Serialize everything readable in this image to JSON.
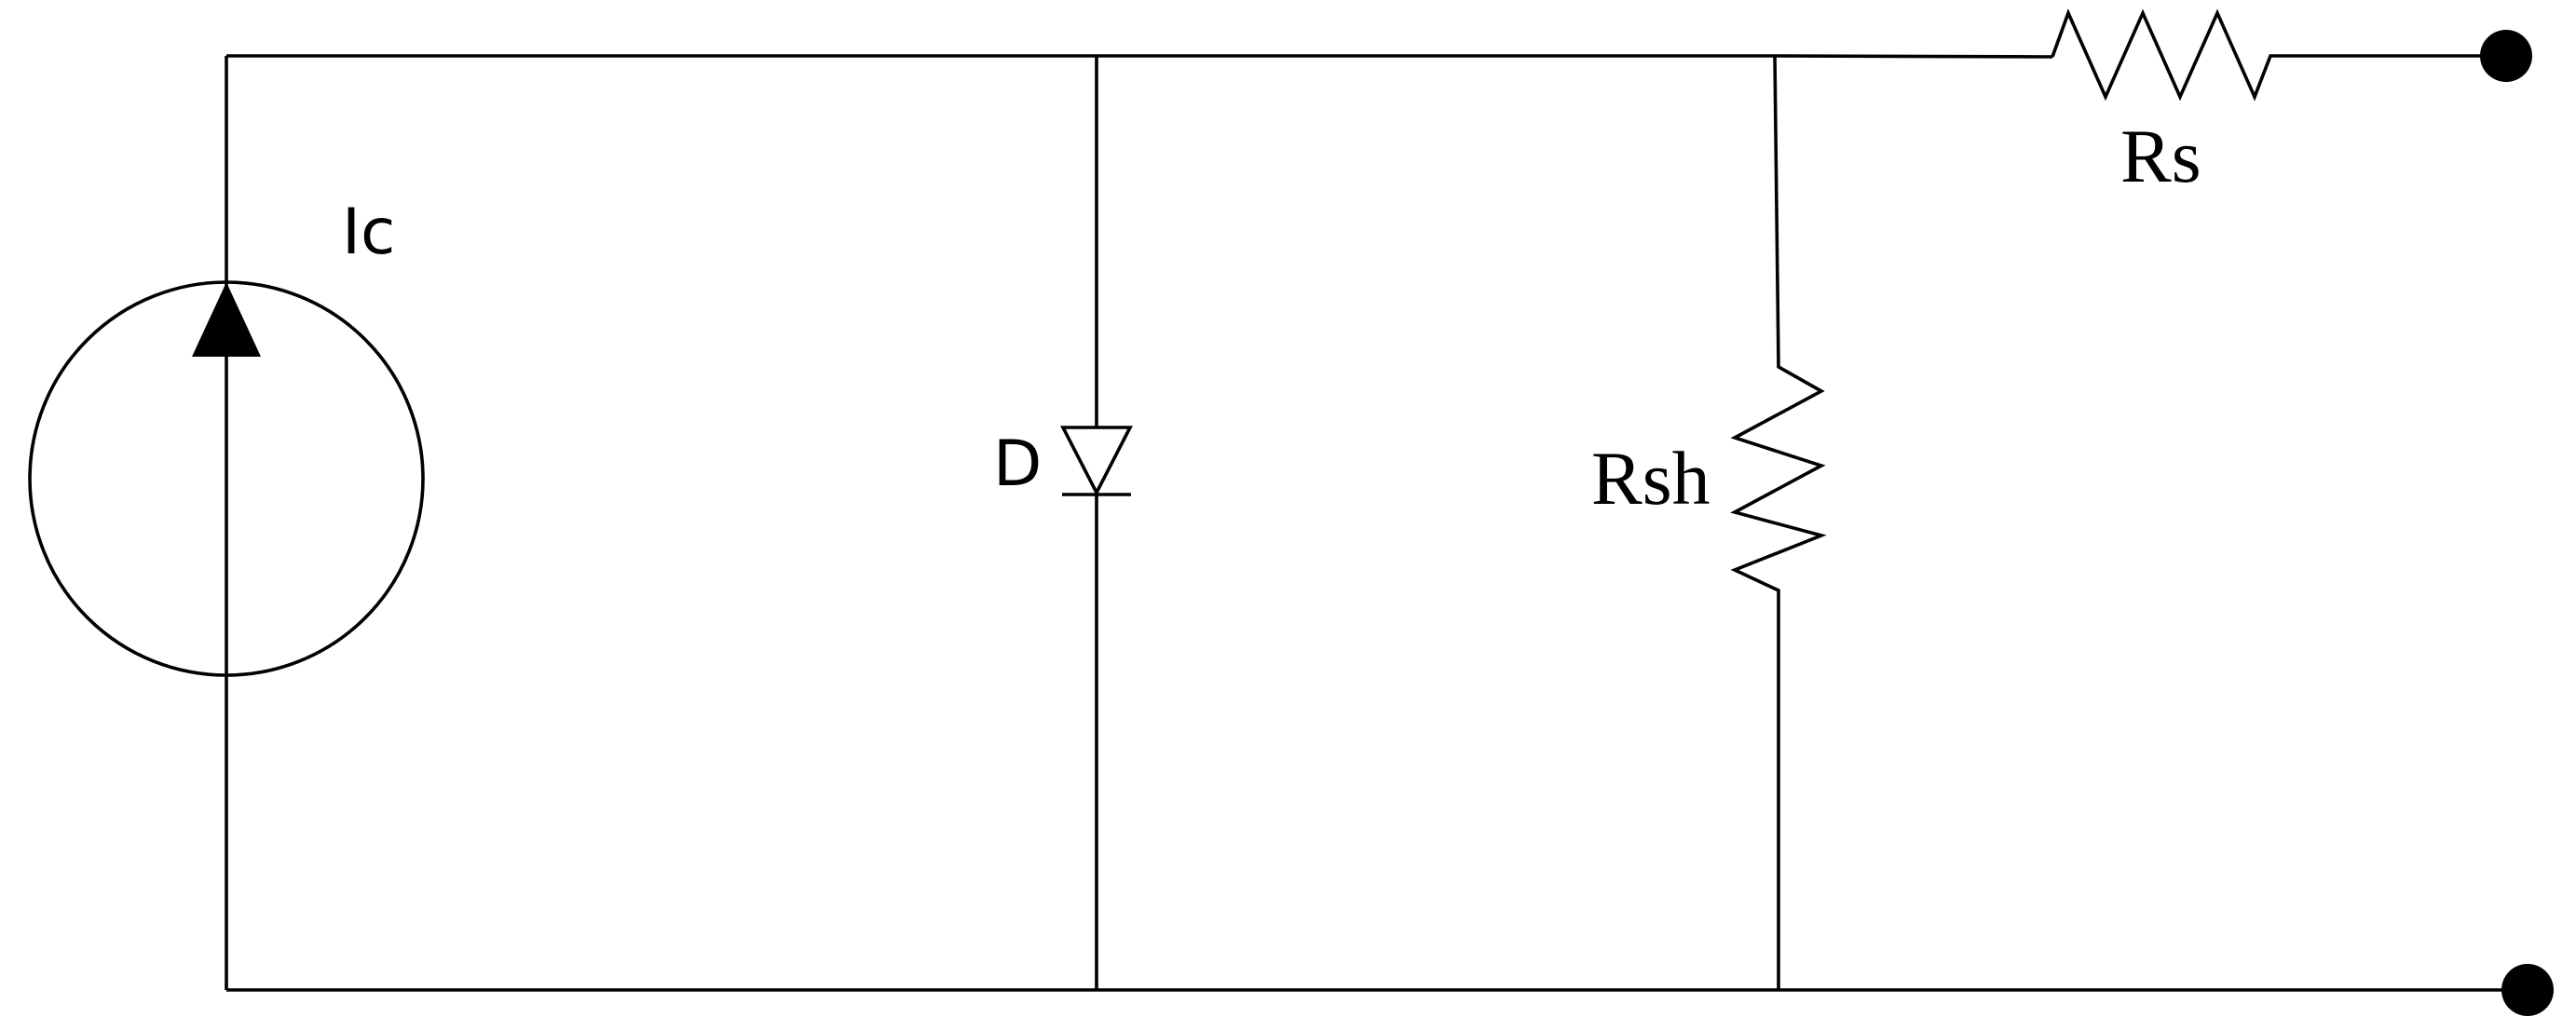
{
  "diagram": {
    "labels": {
      "current_source": "Ic",
      "diode": "D",
      "shunt_resistor": "Rsh",
      "series_resistor": "Rs"
    },
    "colors": {
      "line": "#000000",
      "background": "#ffffff"
    }
  }
}
